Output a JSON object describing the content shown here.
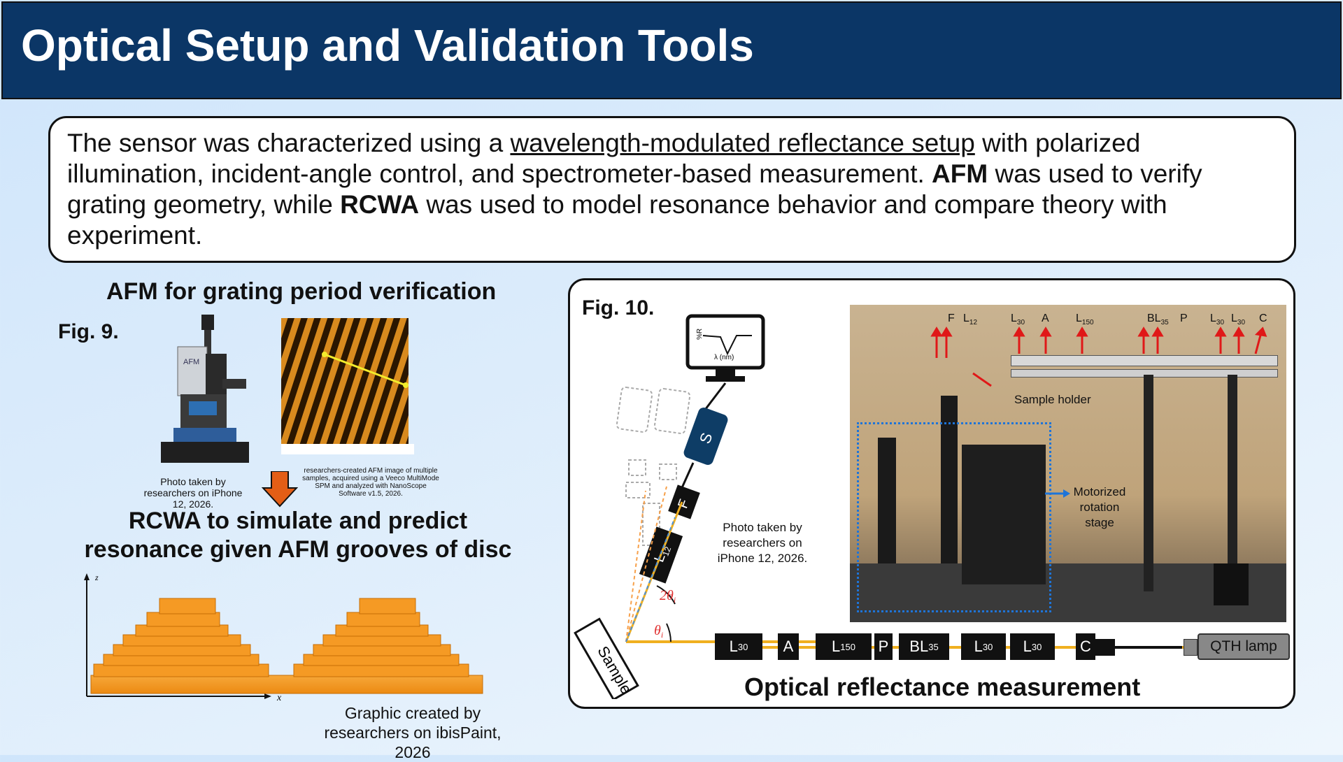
{
  "header": {
    "title": "Optical Setup and Validation Tools"
  },
  "summary": {
    "p1": "The sensor was characterized using a ",
    "link": "wavelength-modulated reflectance setup",
    "p2": " with polarized illumination, incident-angle control, and spectrometer-based measurement. ",
    "afm": "AFM",
    "p3": " was used to verify grating geometry, while ",
    "rcwa": "RCWA",
    "p4": " was used to model resonance behavior and compare theory with experiment."
  },
  "left": {
    "heading": "AFM for grating period verification",
    "fig_label": "Fig. 9.",
    "afm_label": "AFM",
    "photo_caption": "Photo taken by researchers on iPhone 12, 2026.",
    "afm_caption": "researchers-created AFM image of multiple samples, acquired using a Veeco MultiMode SPM and analyzed with NanoScope Software v1.5, 2026.",
    "rcwa_heading_1": "RCWA to simulate and predict",
    "rcwa_heading_2": "resonance given AFM  grooves of disc",
    "graphic_caption_1": "Graphic created by",
    "graphic_caption_2": "researchers on ibisPaint,",
    "graphic_caption_3": "2026",
    "z_axis": "z",
    "x_axis": "x"
  },
  "fig10": {
    "fig_label": "Fig. 10.",
    "title": "Optical reflectance measurement",
    "monitor_y": "%R",
    "monitor_x": "λ (nm)",
    "spectrometer": "S",
    "filter": "F",
    "lens12": "L",
    "lens12_sub": "12",
    "sample": "Sample",
    "angle2": "2θ",
    "angle2_sub": "i",
    "angle1": "θ",
    "angle1_sub": "i",
    "photo_caption_1": "Photo taken by",
    "photo_caption_2": "researchers on",
    "photo_caption_3": "iPhone 12, 2026.",
    "sample_holder": "Sample holder",
    "motorized_1": "Motorized",
    "motorized_2": "rotation",
    "motorized_3": "stage",
    "qth": "QTH lamp",
    "components": [
      {
        "l": "L",
        "s": "30"
      },
      {
        "l": "A",
        "s": ""
      },
      {
        "l": "L",
        "s": "150"
      },
      {
        "l": "P",
        "s": ""
      },
      {
        "l": "BL",
        "s": "35"
      },
      {
        "l": "L",
        "s": "30"
      },
      {
        "l": "L",
        "s": "30"
      },
      {
        "l": "C",
        "s": ""
      }
    ],
    "photo_labels": [
      {
        "l": "F",
        "s": ""
      },
      {
        "l": "L",
        "s": "12"
      },
      {
        "l": "L",
        "s": "30"
      },
      {
        "l": "A",
        "s": ""
      },
      {
        "l": "L",
        "s": "150"
      },
      {
        "l": "BL",
        "s": "35"
      },
      {
        "l": "P",
        "s": ""
      },
      {
        "l": "L",
        "s": "30"
      },
      {
        "l": "L",
        "s": "30"
      },
      {
        "l": "C",
        "s": ""
      }
    ]
  },
  "colors": {
    "header_bg": "#0b3666",
    "orange": "#f5961e",
    "laser": "#f0b020"
  }
}
